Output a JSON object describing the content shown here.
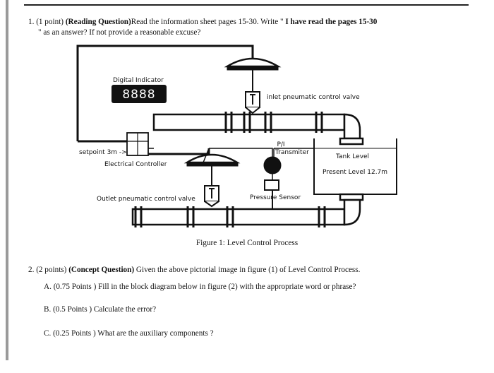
{
  "q1": {
    "number": "1.",
    "points": "(1 point)",
    "label": "(Reading Question)",
    "text_before": "Read the information sheet pages 15-30. Write \"",
    "emphasis": "I have read the pages 15-30",
    "text_after": "\" as an answer? If not provide a reasonable excuse?"
  },
  "figure": {
    "digital_indicator": "Digital Indicator",
    "display_digits": "8888",
    "inlet_valve": "inlet pneumatic control valve",
    "pi_transmitter_line1": "P/I",
    "pi_transmitter_line2": "Transmiter",
    "tank_level": "Tank Level",
    "present_level": "Present Level 12.7m",
    "setpoint": "setpoint 3m ->",
    "controller": "Electrical Controller",
    "outlet_valve": "Outlet pneumatic control valve",
    "pressure_sensor": "Pressure Sensor",
    "caption": "Figure 1: Level Control Process"
  },
  "q2": {
    "number": "2.",
    "points": "(2 points)",
    "label": "(Concept Question)",
    "text": "Given the above pictorial image in figure (1) of Level Control Process.",
    "parts": [
      {
        "id": "A.",
        "text": "(0.75 Points ) Fill in the block diagram below in figure (2) with the appropriate word or phrase?"
      },
      {
        "id": "B.",
        "text": "(0.5 Points ) Calculate the error?"
      },
      {
        "id": "C.",
        "text": "(0.25 Points ) What are the auxiliary components ?"
      }
    ]
  }
}
